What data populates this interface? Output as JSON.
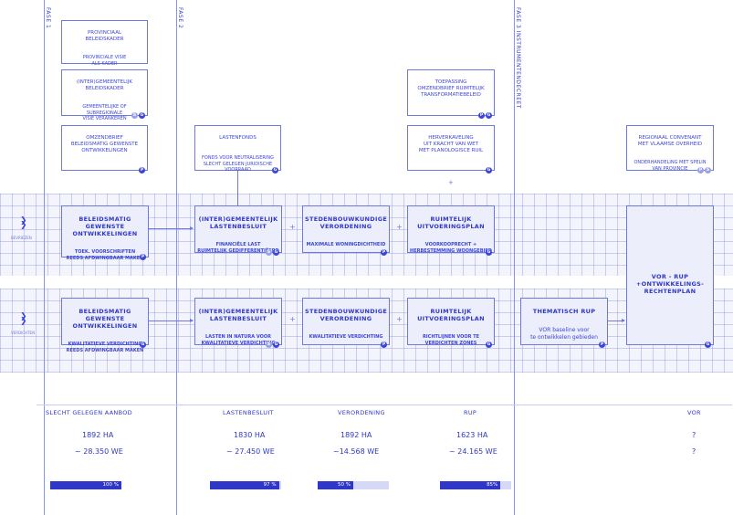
{
  "phases": {
    "p1": "FASE 1",
    "p2": "FASE 2",
    "p3": "FASE 3 INSTRUMENTENDECREET"
  },
  "top_boxes": {
    "provinciaal": {
      "title": "PROVINCIAAL\nBELEIDSKADER",
      "sub": "PROVINCIALE VISIE\nALS KADER"
    },
    "gemeentelijk": {
      "title": "(INTER)GEMEENTELIJK\nBELEIDSKADER",
      "sub": "GEMEENTELIJKE OF SUBREGIONALE\nVISIE VERANKEREN"
    },
    "omzendbrief": {
      "title": "OMZENDBRIEF\nBELEIDSMATIG GEWENSTE\nONTWIKKELINGEN"
    },
    "lastenfonds": {
      "title": "LASTENFONDS",
      "sub": "FONDS VOOR NEUTRALISERING\nSLECHT GELEGEN JURIDISCHE\nVOORRAAD"
    },
    "toepassing": {
      "title": "TOEPASSING\nOMZENDBRIEF RUIMTELIJK\nTRANSFORMATIEBELEID"
    },
    "herverkaveling": {
      "title": "HERVERKAVELING\nUIT KRACHT VAN WET\nMET PLANOLOGISCE RUIL"
    },
    "convenant": {
      "title": "REGIONAAL CONVENANT\nMET VLAAMSE OVERHEID",
      "sub": "ONDERHANDELING MET SPELIN\nVAN PROVINCIE"
    }
  },
  "row1": {
    "label": "BEVRIEZEN",
    "b1": {
      "title": "BELEIDSMATIG GEWENSTE\nONTWIKKELINGEN",
      "sub": "TOEK. VOORSCHRIFTEN\nREEDS AFDWINGBAAR MAKEN"
    },
    "b2": {
      "title": "(INTER)GEMEENTELIJK\nLASTENBESLUIT",
      "sub": "FINANCIËLE LAST\nRUIMTELIJK GEDIFFERENTIËERD"
    },
    "b3": {
      "title": "STEDENBOUWKUNDIGE\nVERORDENING",
      "sub": "MAXIMALE WONINGDICHTHEID"
    },
    "b4": {
      "title": "RUIMTELIJK\nUITVOERINGSPLAN",
      "sub": "VOORKOOPRECHT +\nHERBESTEMMING WOONGEBIED"
    }
  },
  "row2": {
    "label": "VERDICHTEN",
    "b1": {
      "title": "BELEIDSMATIG GEWENSTE\nONTWIKKELINGEN",
      "sub": "KWALITATIEVE VERDICHTING\nREEDS AFDWINGBAAR MAKEN"
    },
    "b2": {
      "title": "(INTER)GEMEENTELIJK\nLASTENBESLUIT",
      "sub": "LASTEN IN NATURA VOOR\nKWALITATIEVE VERDICHTING"
    },
    "b3": {
      "title": "STEDENBOUWKUNDIGE\nVERORDENING",
      "sub": "KWALITATIEVE VERDICHTING"
    },
    "b4": {
      "title": "RUIMTELIJK\nUITVOERINGSPLAN",
      "sub": "RICHTLIJNEN VOOR TE\nVERDICHTEN ZONES"
    },
    "b5": {
      "title": "THEMATISCH RUP",
      "sub": "VOR baseline voor\nte ontwikkelen gebieden"
    }
  },
  "vor_box": {
    "title": "VOR - RUP\n+ONTWIKKELINGS-\nRECHTENPLAN"
  },
  "stats": [
    {
      "header": "SLECHT GELEGEN AANBOD",
      "ha": "1892 HA",
      "we": "~ 28.350 WE",
      "pct": 100,
      "pct_label": "100 %"
    },
    {
      "header": "LASTENBESLUIT",
      "ha": "1830 HA",
      "we": "~ 27.450 WE",
      "pct": 97,
      "pct_label": "97 %"
    },
    {
      "header": "VERORDENING",
      "ha": "1892 HA",
      "we": "~14.568 WE",
      "pct": 50,
      "pct_label": "50 %"
    },
    {
      "header": "RUP",
      "ha": "1623 HA",
      "we": "~ 24.165 WE",
      "pct": 85,
      "pct_label": "85%"
    },
    {
      "header": "VOR",
      "ha": "?",
      "we": "?"
    }
  ],
  "plus": "+",
  "colors": {
    "primary": "#2f37c9",
    "grid": "#f4f5fc"
  }
}
